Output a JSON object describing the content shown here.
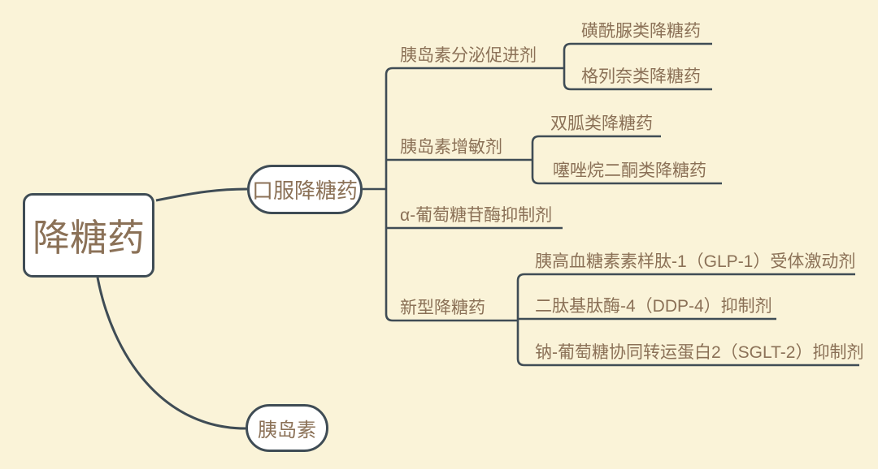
{
  "colors": {
    "background": "#FAF3D8",
    "line": "#3F4C55",
    "node_fill": "#FFFFFF",
    "text": "#8B7157"
  },
  "root": {
    "label": "降糖药"
  },
  "branches": [
    {
      "label": "口服降糖药",
      "children": [
        {
          "label": "胰岛素分泌促进剂",
          "children": [
            {
              "label": "磺酰脲类降糖药"
            },
            {
              "label": "格列奈类降糖药"
            }
          ]
        },
        {
          "label": "胰岛素增敏剂",
          "children": [
            {
              "label": "双胍类降糖药"
            },
            {
              "label": "噻唑烷二酮类降糖药"
            }
          ]
        },
        {
          "label": "α-葡萄糖苷酶抑制剂",
          "children": []
        },
        {
          "label": "新型降糖药",
          "children": [
            {
              "label": "胰高血糖素素样肽-1（GLP-1）受体激动剂"
            },
            {
              "label": "二肽基肽酶-4（DDP-4）抑制剂"
            },
            {
              "label": "钠-葡萄糖协同转运蛋白2（SGLT-2）抑制剂"
            }
          ]
        }
      ]
    },
    {
      "label": "胰岛素",
      "children": []
    }
  ]
}
